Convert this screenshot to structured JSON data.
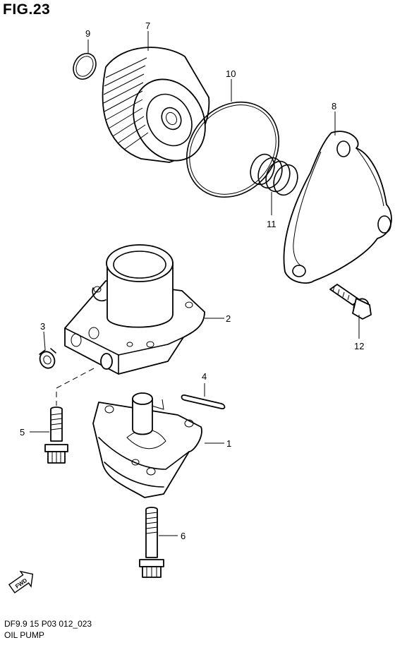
{
  "figure": {
    "title": "FIG.23",
    "code": "DF9.9 15 P03 012_023",
    "name": "OIL PUMP"
  },
  "callouts": {
    "p1": "1",
    "p2": "2",
    "p3": "3",
    "p4": "4",
    "p5": "5",
    "p6": "6",
    "p7": "7",
    "p8": "8",
    "p9": "9",
    "p10": "10",
    "p11": "11",
    "p12": "12"
  },
  "fwd_label": "FWD"
}
